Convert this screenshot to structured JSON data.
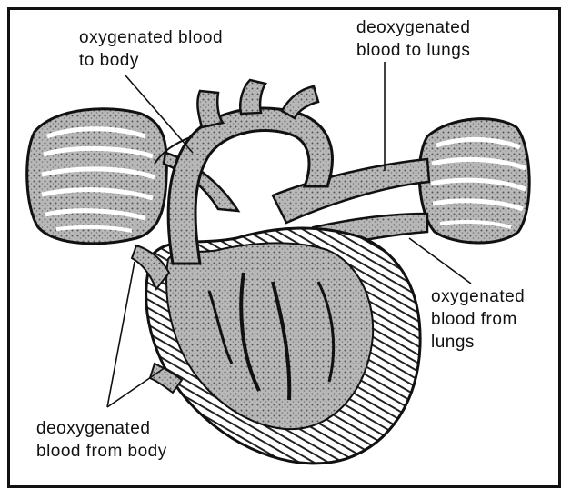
{
  "labels": {
    "oxygenated_to_body": "oxygenated blood\nto body",
    "deoxygenated_to_lungs": "deoxygenated\nblood to lungs",
    "oxygenated_from_lungs": "oxygenated\nblood from\nlungs",
    "deoxygenated_from_body": "deoxygenated\nblood from body"
  },
  "colors": {
    "ink": "#111111",
    "stipple_fill": "#9a9a9a",
    "background": "#ffffff"
  }
}
